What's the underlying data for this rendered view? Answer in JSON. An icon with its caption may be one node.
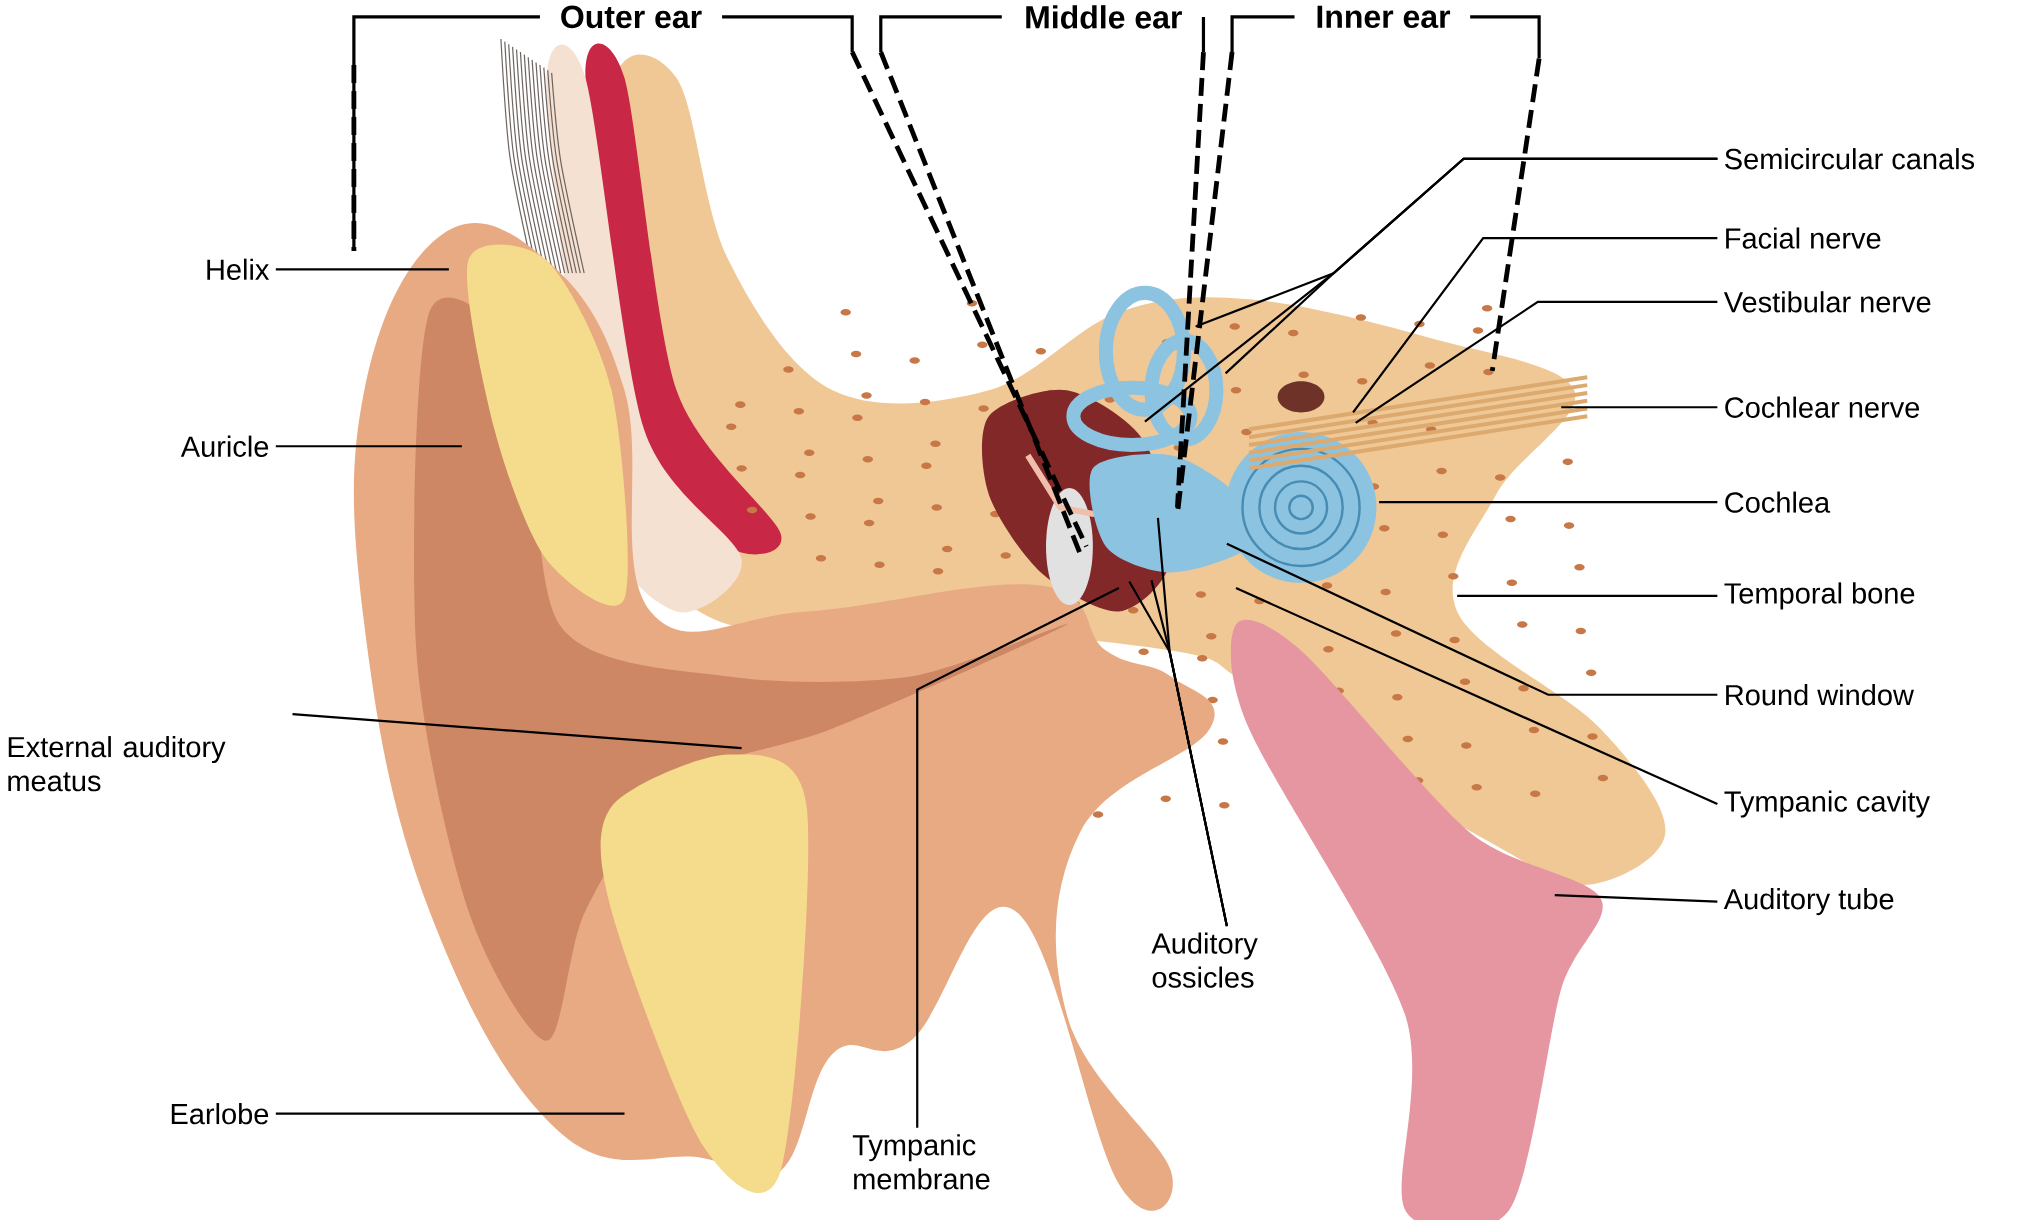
{
  "diagram": {
    "nodes": [
      {
        "text": [
          "Helix"
        ]
      },
      {
        "text": [
          "Auricle"
        ]
      },
      {
        "text": [
          "External auditory meatus"
        ]
      },
      {
        "text": [
          "Earlobe"
        ]
      },
      {
        "text": [
          "Tympanic membrane"
        ]
      },
      {
        "text": [
          "Auditory ossicles"
        ]
      },
      {
        "text": [
          "Semicircular canals"
        ]
      },
      {
        "text": [
          "Facial nerve"
        ]
      },
      {
        "text": [
          "Vestibular nerve"
        ]
      },
      {
        "text": [
          "Cochlear nerve"
        ]
      },
      {
        "text": [
          "Cochlea"
        ]
      },
      {
        "text": [
          "Temporal bone"
        ]
      },
      {
        "text": [
          "Round window"
        ]
      },
      {
        "text": [
          "Tympanic cavity"
        ]
      },
      {
        "text": [
          "Auditory tube"
        ]
      }
    ],
    "edges": [
      {
        "from": 0,
        "to": null,
        "arrow": "none"
      },
      {
        "from": 1,
        "to": null,
        "arrow": "none"
      },
      {
        "from": 2,
        "to": null,
        "arrow": "none"
      },
      {
        "from": 3,
        "to": null,
        "arrow": "none"
      },
      {
        "from": 4,
        "to": null,
        "arrow": "none"
      },
      {
        "from": 5,
        "to": null,
        "arrow": "none"
      },
      {
        "from": 5,
        "to": null,
        "arrow": "none"
      },
      {
        "from": 5,
        "to": null,
        "arrow": "none"
      },
      {
        "from": 6,
        "to": null,
        "arrow": "none"
      },
      {
        "from": 6,
        "to": null,
        "arrow": "none"
      },
      {
        "from": 6,
        "to": null,
        "arrow": "none"
      },
      {
        "from": 7,
        "to": null,
        "arrow": "none"
      },
      {
        "from": 8,
        "to": null,
        "arrow": "none"
      },
      {
        "from": 9,
        "to": null,
        "arrow": "none"
      },
      {
        "from": 10,
        "to": null,
        "arrow": "none"
      },
      {
        "from": 11,
        "to": null,
        "arrow": "none"
      },
      {
        "from": 12,
        "to": null,
        "arrow": "none"
      },
      {
        "from": 13,
        "to": null,
        "arrow": "none"
      },
      {
        "from": 14,
        "to": null,
        "arrow": "none"
      }
    ],
    "labels": [
      "Outer ear",
      "Middle ear",
      "Inner ear"
    ]
  }
}
